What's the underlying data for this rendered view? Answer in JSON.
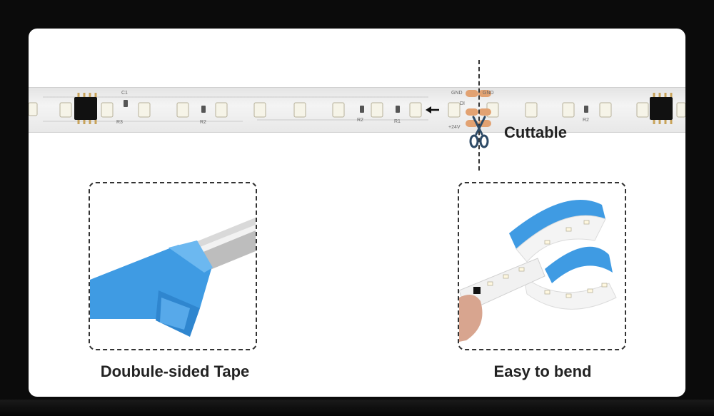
{
  "labels": {
    "cuttable": "Cuttable",
    "tape_caption": "Doubule-sided Tape",
    "bend_caption": "Easy to bend"
  },
  "strip": {
    "marks": {
      "c1": "C1",
      "r3": "R3",
      "r2a": "R2",
      "r2b": "R2",
      "r1": "R1",
      "gnd_left": "GND",
      "gnd_right": "GND",
      "di": "DI",
      "v24": "+24V",
      "r2c": "R2"
    }
  },
  "colors": {
    "tape_blue": "#3f9be3",
    "pad_copper": "#e2a272",
    "card": "#ffffff",
    "background": "#0b0b0b"
  },
  "icons": {
    "scissors": "scissors-icon",
    "arrow": "arrow-left-icon"
  }
}
